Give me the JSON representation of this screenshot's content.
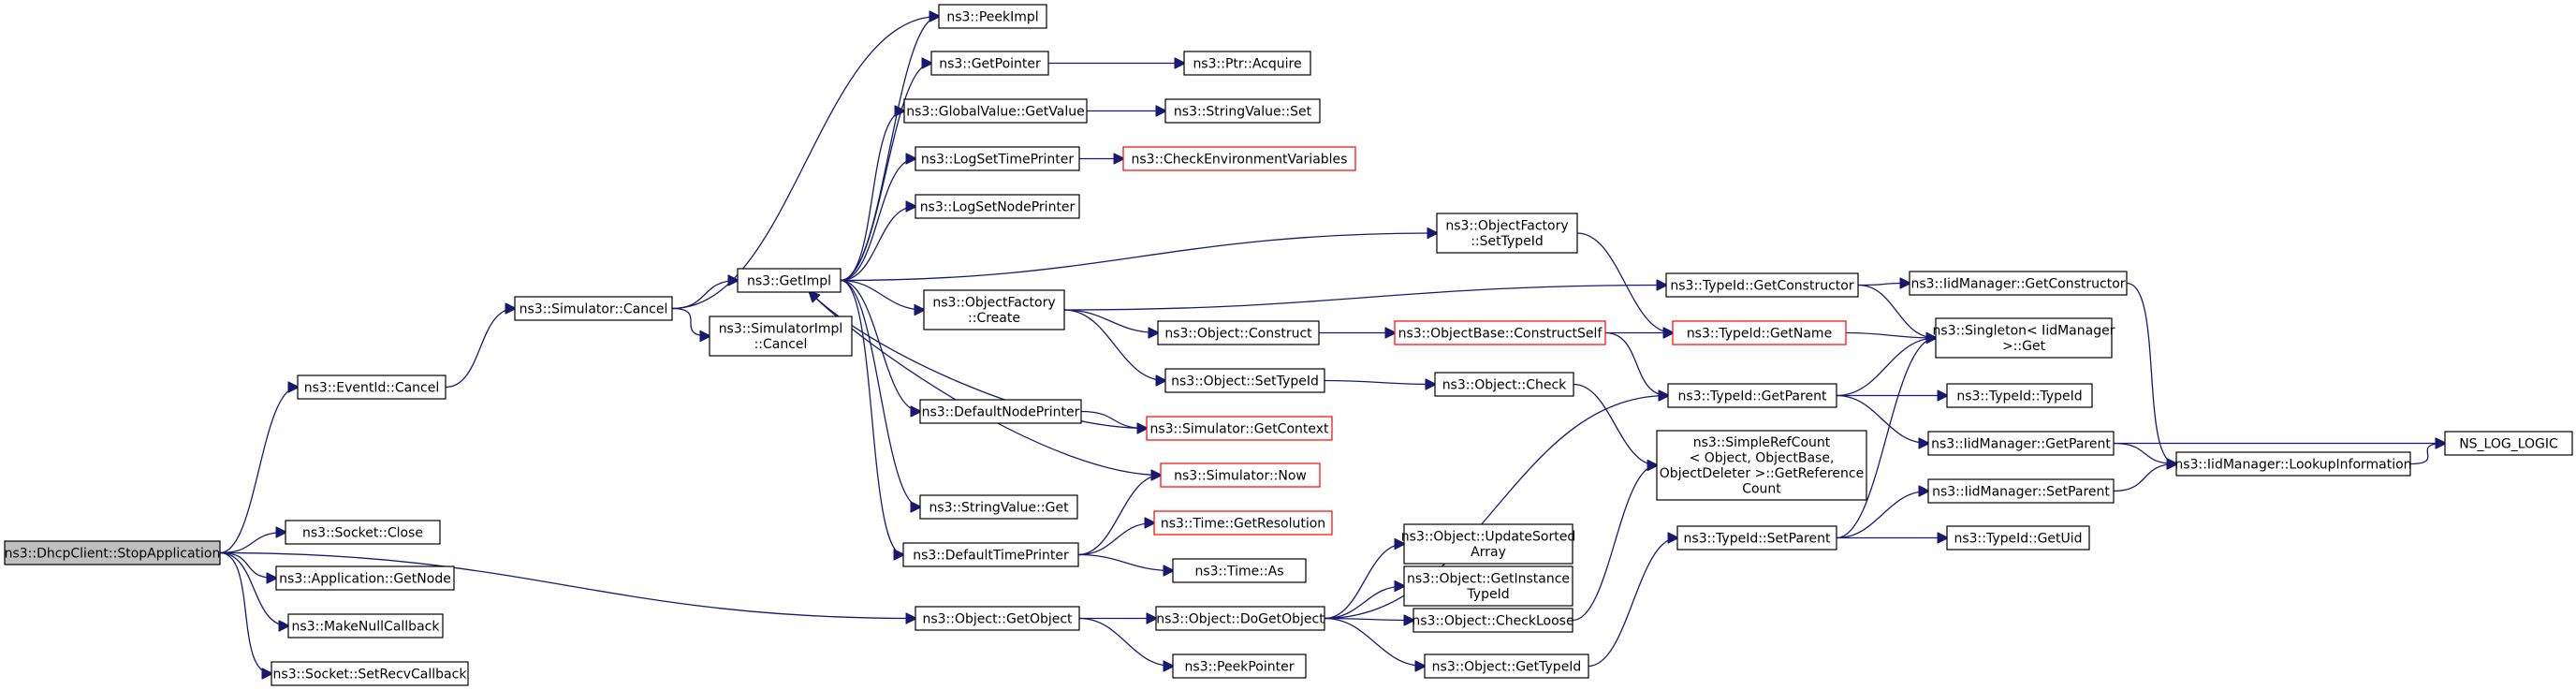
{
  "colors": {
    "edge": "#191970",
    "normal_border": "#000000",
    "truncated_border": "#ff0000",
    "root_fill": "#bfbfbf",
    "fill": "#ffffff"
  },
  "nodes": [
    {
      "id": "stop",
      "lines": [
        "ns3::DhcpClient::StopApplication"
      ],
      "root": true,
      "truncated": false
    },
    {
      "id": "eventcancel",
      "lines": [
        "ns3::EventId::Cancel"
      ],
      "truncated": false
    },
    {
      "id": "simcancel",
      "lines": [
        "ns3::Simulator::Cancel"
      ],
      "truncated": false
    },
    {
      "id": "getimpl",
      "lines": [
        "ns3::GetImpl"
      ],
      "truncated": false
    },
    {
      "id": "peekimpl",
      "lines": [
        "ns3::PeekImpl"
      ],
      "truncated": false
    },
    {
      "id": "getpointer",
      "lines": [
        "ns3::GetPointer"
      ],
      "truncated": false
    },
    {
      "id": "ptracquire",
      "lines": [
        "ns3::Ptr::Acquire"
      ],
      "truncated": false
    },
    {
      "id": "gvgetvalue",
      "lines": [
        "ns3::GlobalValue::GetValue"
      ],
      "truncated": false
    },
    {
      "id": "svset",
      "lines": [
        "ns3::StringValue::Set"
      ],
      "truncated": false
    },
    {
      "id": "logsettime",
      "lines": [
        "ns3::LogSetTimePrinter"
      ],
      "truncated": false
    },
    {
      "id": "checkenv",
      "lines": [
        "ns3::CheckEnvironmentVariables"
      ],
      "truncated": true
    },
    {
      "id": "logsetnode",
      "lines": [
        "ns3::LogSetNodePrinter"
      ],
      "truncated": false
    },
    {
      "id": "ofsettypeid",
      "lines": [
        "ns3::ObjectFactory",
        "::SetTypeId"
      ],
      "truncated": false
    },
    {
      "id": "ofcreate",
      "lines": [
        "ns3::ObjectFactory",
        "::Create"
      ],
      "truncated": false
    },
    {
      "id": "simimplcancel",
      "lines": [
        "ns3::SimulatorImpl",
        "::Cancel"
      ],
      "truncated": false
    },
    {
      "id": "tidgetctor",
      "lines": [
        "ns3::TypeId::GetConstructor"
      ],
      "truncated": false
    },
    {
      "id": "iidgetctor",
      "lines": [
        "ns3::IidManager::GetConstructor"
      ],
      "truncated": false
    },
    {
      "id": "objconstruct",
      "lines": [
        "ns3::Object::Construct"
      ],
      "truncated": false
    },
    {
      "id": "obconstructself",
      "lines": [
        "ns3::ObjectBase::ConstructSelf"
      ],
      "truncated": true
    },
    {
      "id": "tidgetname",
      "lines": [
        "ns3::TypeId::GetName"
      ],
      "truncated": true
    },
    {
      "id": "singleton",
      "lines": [
        "ns3::Singleton< IidManager",
        "  >::Get"
      ],
      "truncated": false
    },
    {
      "id": "objsettypeid",
      "lines": [
        "ns3::Object::SetTypeId"
      ],
      "truncated": false
    },
    {
      "id": "objcheck",
      "lines": [
        "ns3::Object::Check"
      ],
      "truncated": false
    },
    {
      "id": "tidgetparent",
      "lines": [
        "ns3::TypeId::GetParent"
      ],
      "truncated": false
    },
    {
      "id": "tidtypeid",
      "lines": [
        "ns3::TypeId::TypeId"
      ],
      "truncated": false
    },
    {
      "id": "defnodeprinter",
      "lines": [
        "ns3::DefaultNodePrinter"
      ],
      "truncated": false
    },
    {
      "id": "simgetcontext",
      "lines": [
        "ns3::Simulator::GetContext"
      ],
      "truncated": true
    },
    {
      "id": "iidgetparent",
      "lines": [
        "ns3::IidManager::GetParent"
      ],
      "truncated": false
    },
    {
      "id": "nslog",
      "lines": [
        "NS_LOG_LOGIC"
      ],
      "truncated": false
    },
    {
      "id": "iidlookup",
      "lines": [
        "ns3::IidManager::LookupInformation"
      ],
      "truncated": false
    },
    {
      "id": "simrefcount",
      "lines": [
        "ns3::SimpleRefCount",
        "< Object, ObjectBase,",
        "ObjectDeleter >::GetReference",
        "Count"
      ],
      "truncated": false
    },
    {
      "id": "simnow",
      "lines": [
        "ns3::Simulator::Now"
      ],
      "truncated": true
    },
    {
      "id": "svget",
      "lines": [
        "ns3::StringValue::Get"
      ],
      "truncated": false
    },
    {
      "id": "timegetres",
      "lines": [
        "ns3::Time::GetResolution"
      ],
      "truncated": true
    },
    {
      "id": "deftimeprinter",
      "lines": [
        "ns3::DefaultTimePrinter"
      ],
      "truncated": false
    },
    {
      "id": "timeas",
      "lines": [
        "ns3::Time::As"
      ],
      "truncated": false
    },
    {
      "id": "objupdatesorted",
      "lines": [
        "ns3::Object::UpdateSorted",
        "Array"
      ],
      "truncated": false
    },
    {
      "id": "objgetinstance",
      "lines": [
        "ns3::Object::GetInstance",
        "TypeId"
      ],
      "truncated": false
    },
    {
      "id": "iidsetparent",
      "lines": [
        "ns3::IidManager::SetParent"
      ],
      "truncated": false
    },
    {
      "id": "tidsetparent",
      "lines": [
        "ns3::TypeId::SetParent"
      ],
      "truncated": false
    },
    {
      "id": "tidgetuid",
      "lines": [
        "ns3::TypeId::GetUid"
      ],
      "truncated": false
    },
    {
      "id": "sockclose",
      "lines": [
        "ns3::Socket::Close"
      ],
      "truncated": false
    },
    {
      "id": "appgetnode",
      "lines": [
        "ns3::Application::GetNode"
      ],
      "truncated": false
    },
    {
      "id": "makenullcb",
      "lines": [
        "ns3::MakeNullCallback"
      ],
      "truncated": false
    },
    {
      "id": "objgetobject",
      "lines": [
        "ns3::Object::GetObject"
      ],
      "truncated": false
    },
    {
      "id": "objdogetobject",
      "lines": [
        "ns3::Object::DoGetObject"
      ],
      "truncated": false
    },
    {
      "id": "objcheckloose",
      "lines": [
        "ns3::Object::CheckLoose"
      ],
      "truncated": false
    },
    {
      "id": "socksetrecv",
      "lines": [
        "ns3::Socket::SetRecvCallback"
      ],
      "truncated": false
    },
    {
      "id": "peekpointer",
      "lines": [
        "ns3::PeekPointer"
      ],
      "truncated": false
    },
    {
      "id": "objgettypeid",
      "lines": [
        "ns3::Object::GetTypeId"
      ],
      "truncated": false
    }
  ],
  "edges": [
    [
      "stop",
      "eventcancel"
    ],
    [
      "stop",
      "sockclose"
    ],
    [
      "stop",
      "appgetnode"
    ],
    [
      "stop",
      "makenullcb"
    ],
    [
      "stop",
      "socksetrecv"
    ],
    [
      "stop",
      "objgetobject"
    ],
    [
      "eventcancel",
      "simcancel"
    ],
    [
      "simcancel",
      "getimpl"
    ],
    [
      "simcancel",
      "peekimpl"
    ],
    [
      "simcancel",
      "simimplcancel"
    ],
    [
      "getimpl",
      "peekimpl"
    ],
    [
      "getimpl",
      "getpointer"
    ],
    [
      "getimpl",
      "gvgetvalue"
    ],
    [
      "getimpl",
      "logsettime"
    ],
    [
      "getimpl",
      "logsetnode"
    ],
    [
      "getimpl",
      "ofsettypeid"
    ],
    [
      "getimpl",
      "ofcreate"
    ],
    [
      "getimpl",
      "defnodeprinter"
    ],
    [
      "getimpl",
      "svget"
    ],
    [
      "getimpl",
      "deftimeprinter"
    ],
    [
      "getpointer",
      "ptracquire"
    ],
    [
      "gvgetvalue",
      "svset"
    ],
    [
      "logsettime",
      "checkenv"
    ],
    [
      "ofsettypeid",
      "tidgetname"
    ],
    [
      "ofcreate",
      "tidgetctor"
    ],
    [
      "ofcreate",
      "objconstruct"
    ],
    [
      "ofcreate",
      "objsettypeid"
    ],
    [
      "tidgetctor",
      "iidgetctor"
    ],
    [
      "tidgetctor",
      "singleton"
    ],
    [
      "iidgetctor",
      "iidlookup"
    ],
    [
      "objconstruct",
      "obconstructself"
    ],
    [
      "obconstructself",
      "tidgetname"
    ],
    [
      "obconstructself",
      "tidgetparent"
    ],
    [
      "tidgetname",
      "singleton"
    ],
    [
      "objsettypeid",
      "objcheck"
    ],
    [
      "objcheck",
      "simrefcount"
    ],
    [
      "tidgetparent",
      "singleton"
    ],
    [
      "tidgetparent",
      "tidtypeid"
    ],
    [
      "tidgetparent",
      "iidgetparent"
    ],
    [
      "iidgetparent",
      "iidlookup"
    ],
    [
      "iidgetparent",
      "nslog"
    ],
    [
      "iidlookup",
      "nslog"
    ],
    [
      "defnodeprinter",
      "simgetcontext"
    ],
    [
      "simgetcontext",
      "getimpl"
    ],
    [
      "simnow",
      "getimpl"
    ],
    [
      "deftimeprinter",
      "simnow"
    ],
    [
      "deftimeprinter",
      "timegetres"
    ],
    [
      "deftimeprinter",
      "timeas"
    ],
    [
      "tidsetparent",
      "singleton"
    ],
    [
      "tidsetparent",
      "iidsetparent"
    ],
    [
      "tidsetparent",
      "tidgetuid"
    ],
    [
      "iidsetparent",
      "iidlookup"
    ],
    [
      "objgetobject",
      "objdogetobject"
    ],
    [
      "objgetobject",
      "peekpointer"
    ],
    [
      "objdogetobject",
      "tidgetparent"
    ],
    [
      "objdogetobject",
      "objupdatesorted"
    ],
    [
      "objdogetobject",
      "objgetinstance"
    ],
    [
      "objdogetobject",
      "objcheckloose"
    ],
    [
      "objdogetobject",
      "objgettypeid"
    ],
    [
      "objcheckloose",
      "simrefcount"
    ],
    [
      "objgettypeid",
      "tidsetparent"
    ]
  ]
}
